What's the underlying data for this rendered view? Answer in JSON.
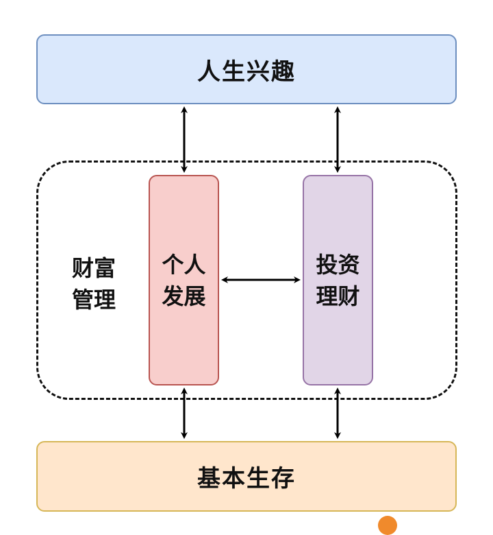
{
  "diagram": {
    "top": {
      "label": "人生兴趣",
      "fill": "#dae8fc",
      "stroke": "#6c8ebf"
    },
    "bottom": {
      "label": "基本生存",
      "fill": "#ffe6cc",
      "stroke": "#d6b656"
    },
    "group": {
      "line1": "财富",
      "line2": "管理"
    },
    "left": {
      "line1": "个人",
      "line2": "发展",
      "fill": "#f8cecc",
      "stroke": "#b85450"
    },
    "right": {
      "line1": "投资",
      "line2": "理财",
      "fill": "#e1d5e7",
      "stroke": "#9673a6"
    },
    "connections": [
      {
        "from": "top",
        "to": "left",
        "direction": "both"
      },
      {
        "from": "top",
        "to": "right",
        "direction": "both"
      },
      {
        "from": "left",
        "to": "right",
        "direction": "both"
      },
      {
        "from": "left",
        "to": "bottom",
        "direction": "both"
      },
      {
        "from": "right",
        "to": "bottom",
        "direction": "both"
      }
    ]
  },
  "watermark": {
    "color": "#f08a2c"
  }
}
